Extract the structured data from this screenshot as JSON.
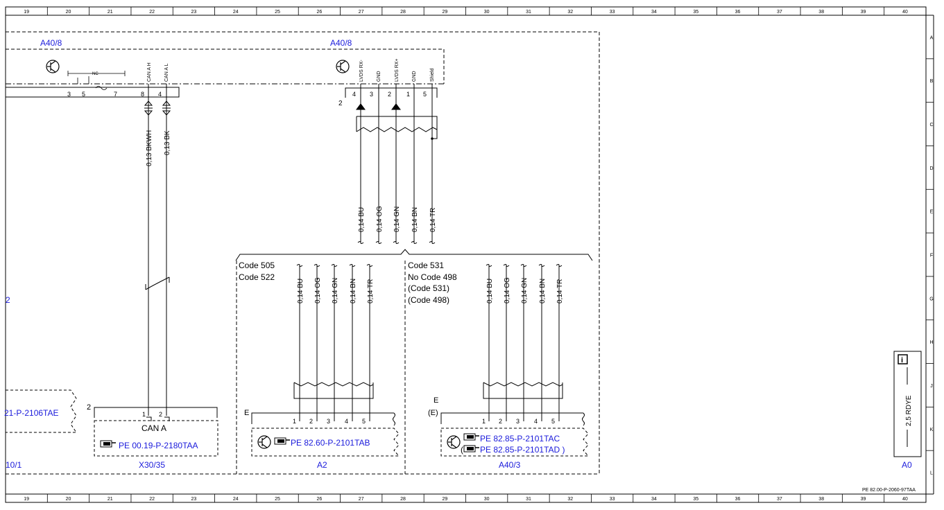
{
  "frame": {
    "columns": [
      "19",
      "20",
      "21",
      "22",
      "23",
      "24",
      "25",
      "26",
      "27",
      "28",
      "29",
      "30",
      "31",
      "32",
      "33",
      "34",
      "35",
      "36",
      "37",
      "38",
      "39",
      "40"
    ],
    "rows": [
      "A",
      "B",
      "C",
      "D",
      "E",
      "F",
      "G",
      "H",
      "J",
      "K",
      "L"
    ],
    "doc_number": "PE 82.00-P-2060-97TAA"
  },
  "components": {
    "left_module": "A40/8",
    "left_pins": [
      {
        "num": "3",
        "label": ""
      },
      {
        "num": "5",
        "label": ""
      },
      {
        "num": "7",
        "label": ""
      },
      {
        "num": "8",
        "label": "CAN A H"
      },
      {
        "num": "4",
        "label": "CAN A L"
      }
    ],
    "nc_label": "NC",
    "right_module": "A40/8",
    "right_pins": [
      {
        "num": "4",
        "label": "LVDS RX-"
      },
      {
        "num": "3",
        "label": "GND"
      },
      {
        "num": "2",
        "label": "LVDS RX+"
      },
      {
        "num": "1",
        "label": "GND"
      },
      {
        "num": "5",
        "label": "Shield"
      }
    ],
    "right_connector_num": "2"
  },
  "wires": {
    "can": [
      "0,13 BKWH",
      "0,13 BK"
    ],
    "lvds": [
      "0,14 BU",
      "0,14 OG",
      "0,14 GN",
      "0,14 BN",
      "0,14 TR"
    ]
  },
  "branches": {
    "left_codes": [
      "Code 505",
      "Code 522"
    ],
    "right_codes": [
      "Code 531",
      "No Code 498",
      "(Code 531)",
      "(Code 498)"
    ],
    "left_wires": [
      "0,14 BU",
      "0,14 OG",
      "0,14 GN",
      "0,14 BN",
      "0,14 TR"
    ],
    "right_wires": [
      "0,14 BU",
      "0,14 OG",
      "0,14 GN",
      "0,14 BN",
      "0,14 TR"
    ]
  },
  "bottom": {
    "left_edge": {
      "ref": "21-P-2106TAE",
      "num": "2",
      "text2": "2",
      "label": "10/1"
    },
    "x3035": {
      "conn_num": "2",
      "pins": [
        "1",
        "2"
      ],
      "can": "CAN A",
      "ref": "PE 00.19-P-2180TAA",
      "label": "X30/35"
    },
    "a2": {
      "e": "E",
      "pins": [
        "1",
        "2",
        "3",
        "4",
        "5"
      ],
      "ref": "PE 82.60-P-2101TAB",
      "label": "A2"
    },
    "a403": {
      "e": "E",
      "e_paren": "(E)",
      "pins": [
        "1",
        "2",
        "3",
        "4",
        "5"
      ],
      "ref1": "PE 82.85-P-2101TAC",
      "ref2": "PE 82.85-P-2101TAD )",
      "paren_open": "(",
      "label": "A40/3"
    },
    "a0": {
      "info": "i",
      "wire": "2,5 RDYE",
      "label": "A0"
    }
  },
  "icons": [
    "transistor-icon",
    "hand-pointer-icon",
    "info-icon",
    "twisted-pair-icon"
  ]
}
